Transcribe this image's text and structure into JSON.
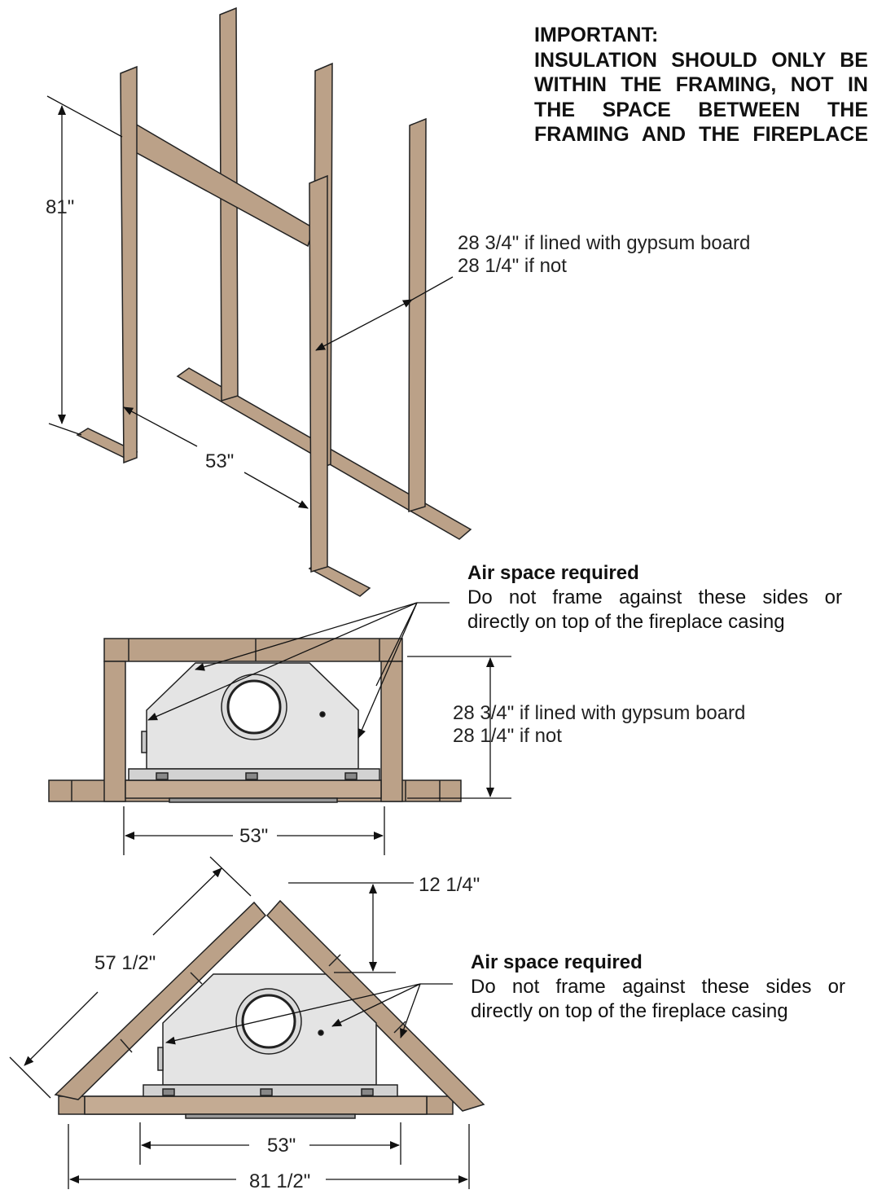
{
  "important": {
    "heading": "IMPORTANT:",
    "body": "INSULATION SHOULD ONLY BE WITHIN THE FRAMING, NOT IN THE SPACE BETWEEN THE FRAMING AND THE FIREPLACE"
  },
  "frame_view": {
    "height_label": "81\"",
    "width_label": "53\"",
    "depth_line1": "28 3/4\" if lined with gypsum board",
    "depth_line2": "28 1/4\" if not"
  },
  "straight_view": {
    "air_title": "Air space required",
    "air_desc": "Do not frame against these sides or directly on top of the fireplace casing",
    "depth_line1": "28 3/4\" if lined with gypsum board",
    "depth_line2": "28 1/4\" if not",
    "width_label": "53\""
  },
  "corner_view": {
    "top_label": "12 1/4\"",
    "side_label": "57 1/2\"",
    "air_title": "Air space required",
    "air_desc": "Do not frame against these sides or directly on top of the fireplace casing",
    "inner_width_label": "53\"",
    "outer_width_label": "81 1/2\""
  },
  "colors": {
    "wood": "#bba188",
    "wood_dark": "#8f7560",
    "casing": "#e4e4e4",
    "line": "#111111"
  }
}
